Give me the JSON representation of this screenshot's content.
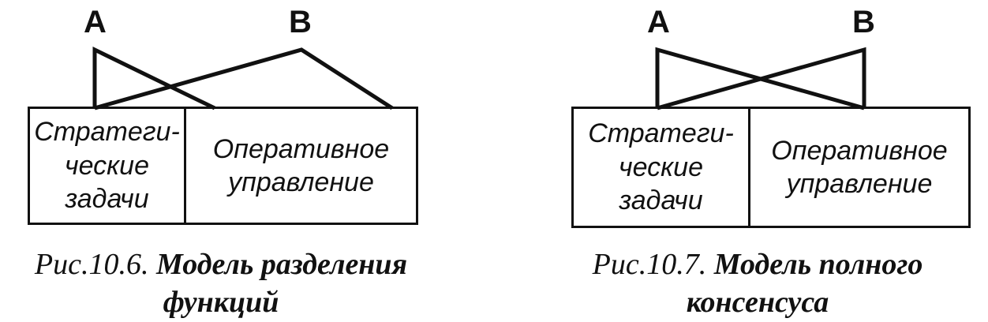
{
  "figures": [
    {
      "label_a": "A",
      "label_b": "B",
      "box_left": "Стратеги-\nческие\nзадачи",
      "box_right": "Оперативное\nуправление",
      "caption_number": "Рис.10.6.",
      "caption_title_line1": "Модель разделения",
      "caption_title_line2": "функций"
    },
    {
      "label_a": "A",
      "label_b": "B",
      "box_left": "Стратеги-\nческие\nзадачи",
      "box_right": "Оперативное\nуправление",
      "caption_number": "Рис.10.7.",
      "caption_title_line1": "Модель полного",
      "caption_title_line2": "консенсуса"
    }
  ]
}
